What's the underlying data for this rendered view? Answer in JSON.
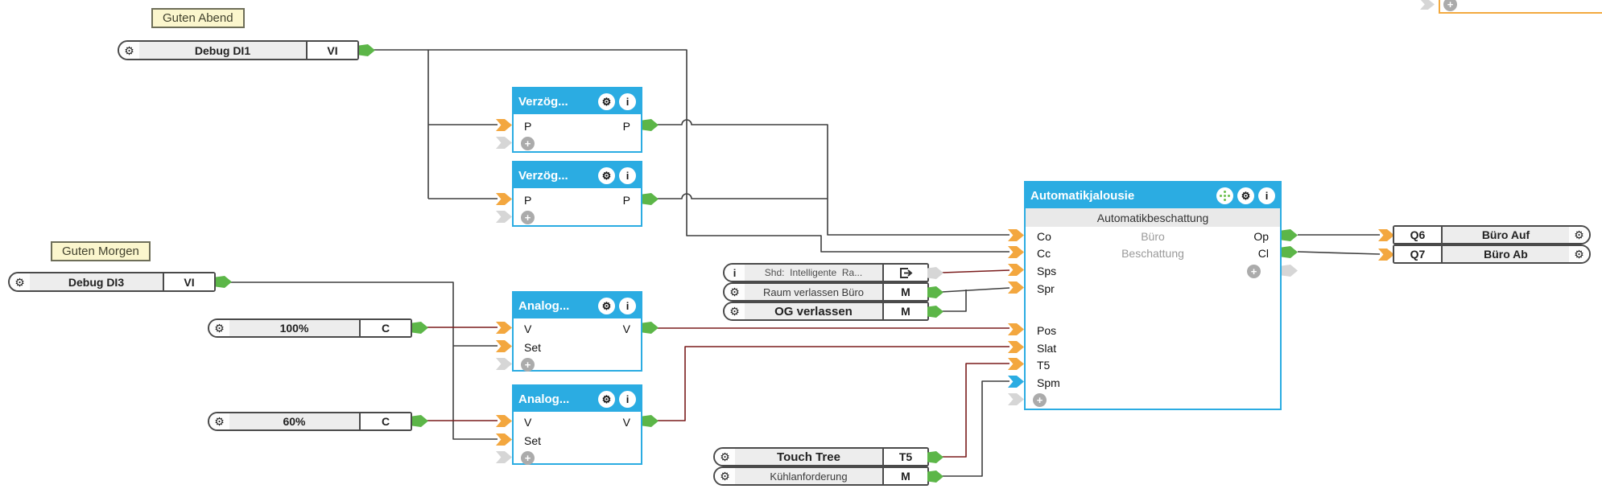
{
  "colors": {
    "cyan": "#2bace2",
    "orange": "#f3a73f",
    "green": "#5cb648",
    "gray_conn": "#d6d6d6",
    "wire_digital": "#3f3f3f",
    "wire_analog": "#7a1c1c",
    "note_bg": "#fbf6cd",
    "block_border": "#4a4a4a"
  },
  "icons": {
    "gear": "⚙",
    "info": "i",
    "plus": "+"
  },
  "notes": {
    "evening": "Guten Abend",
    "morning": "Guten Morgen"
  },
  "blocks": {
    "debug_di1": {
      "label": "Debug DI1",
      "port": "VI"
    },
    "debug_di3": {
      "label": "Debug DI3",
      "port": "VI"
    },
    "const_100": {
      "label": "100%",
      "port": "C"
    },
    "const_60": {
      "label": "60%",
      "port": "C"
    },
    "delay1": {
      "title": "Verzög...",
      "input": "P",
      "output": "P"
    },
    "delay2": {
      "title": "Verzög...",
      "input": "P",
      "output": "P"
    },
    "analog1": {
      "title": "Analog...",
      "input_v": "V",
      "input_set": "Set",
      "output": "V"
    },
    "analog2": {
      "title": "Analog...",
      "input_v": "V",
      "input_set": "Set",
      "output": "V"
    },
    "automatik": {
      "title": "Automatikjalousie",
      "subtitle": "Automatikbeschattung",
      "room_label": "Büro",
      "mode_label": "Beschattung",
      "inputs": [
        "Co",
        "Cc",
        "Sps",
        "Spr",
        "Pos",
        "Slat",
        "T5",
        "Spm"
      ],
      "outputs": [
        "Op",
        "Cl"
      ]
    },
    "mem_shd": {
      "label": "Shd:  Intelligente  Ra..."
    },
    "mem_raum": {
      "label": "Raum verlassen Büro",
      "port": "M"
    },
    "mem_og": {
      "label": "OG verlassen",
      "port": "M"
    },
    "touch_tree": {
      "label": "Touch Tree",
      "port": "T5"
    },
    "kuehl": {
      "label": "Kühlanforderung",
      "port": "M"
    },
    "q6": {
      "port": "Q6",
      "label": "Büro Auf"
    },
    "q7": {
      "port": "Q7",
      "label": "Büro Ab"
    }
  }
}
